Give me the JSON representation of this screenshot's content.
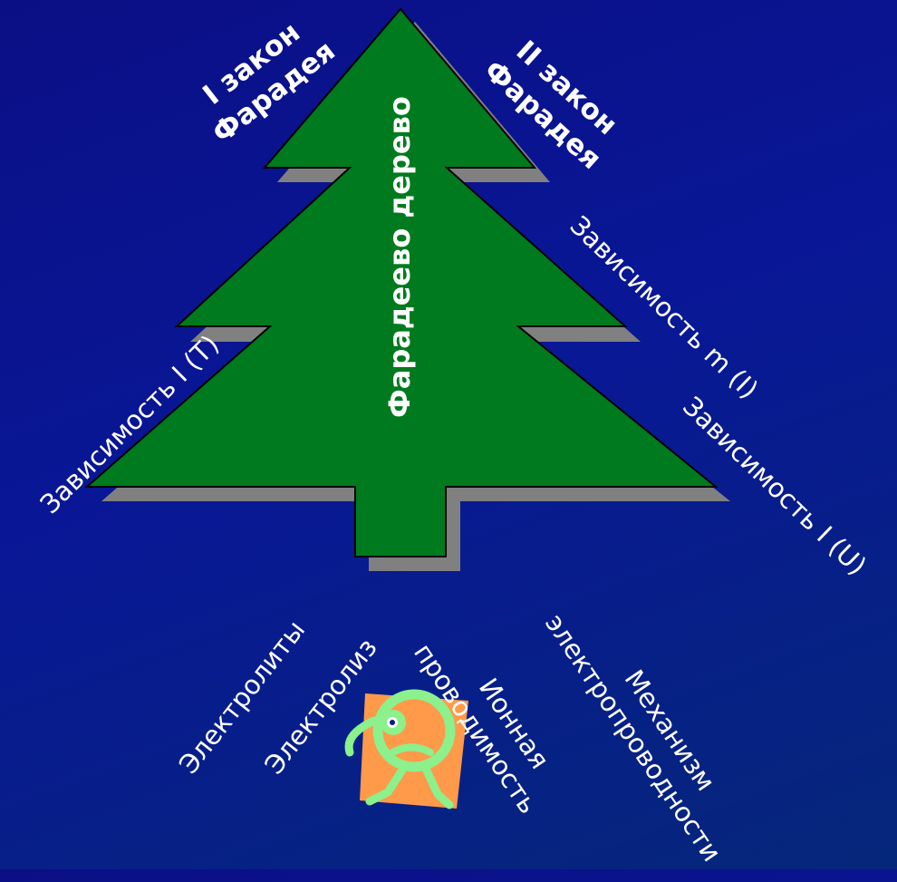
{
  "tree_title": "Фарадеево дерево",
  "branches": {
    "law1_line1": "I закон",
    "law1_line2": "Фарадея",
    "law2_line1": "II закон",
    "law2_line2": "Фарадея",
    "dep_m_I": "Зависимость m (I)",
    "dep_I_T": "Зависимость I (T)",
    "dep_I_U": "Зависимость I (U)"
  },
  "roots": {
    "electrolytes": "Электролиты",
    "electrolysis": "Электролиз",
    "ionic_line1": "Ионная",
    "ionic_line2": "проводимость",
    "mechanism_line1": "Механизм",
    "mechanism_line2": "электропроводности"
  },
  "colors": {
    "background": "#09158e",
    "tree": "#007a1e",
    "tree_shadow": "#808080",
    "text": "#ffffff",
    "mascot_square": "#ff9a4a",
    "mascot_body": "#8cf08c"
  },
  "mascot_icon": "sad-walking-face-icon"
}
